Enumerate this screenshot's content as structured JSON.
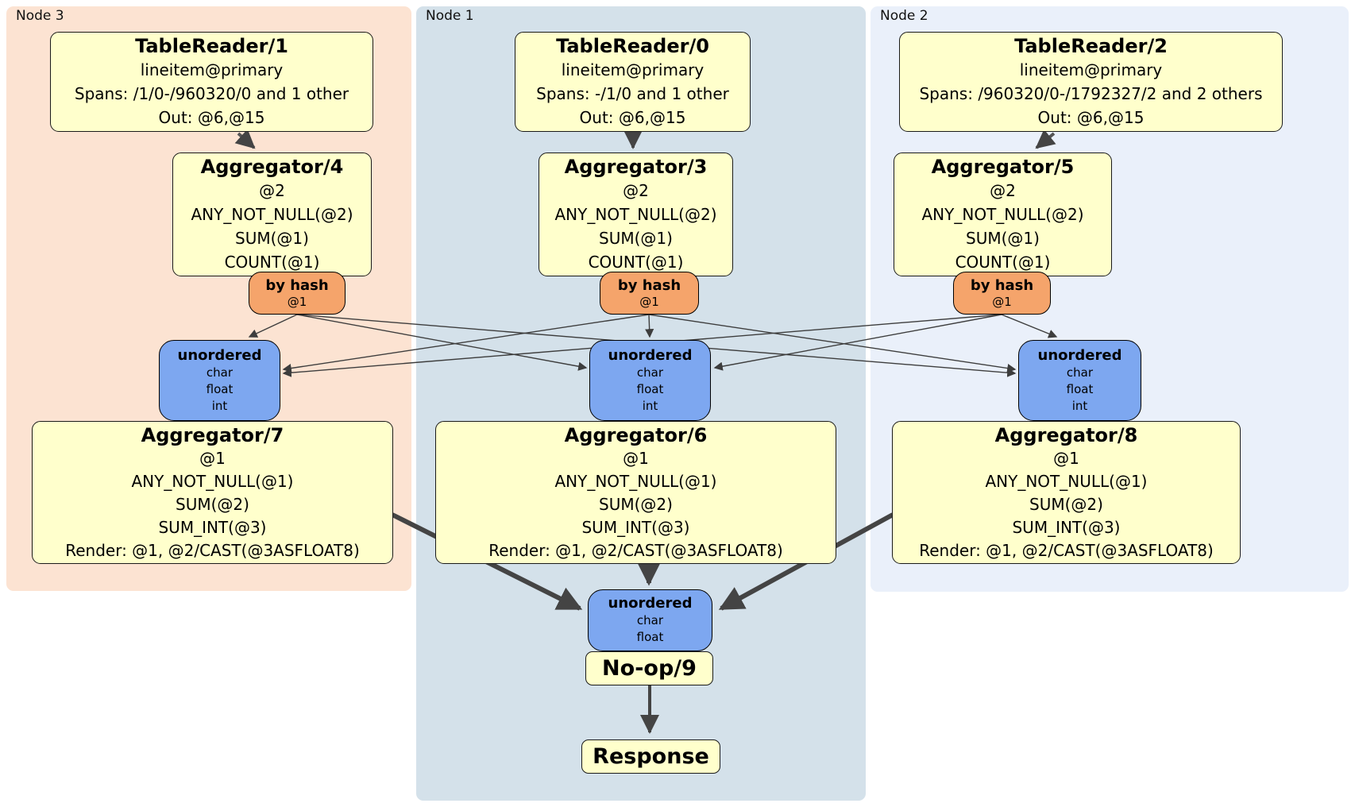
{
  "regions": [
    {
      "label": "Node 3"
    },
    {
      "label": "Node 1"
    },
    {
      "label": "Node 2"
    }
  ],
  "tablereaders": [
    {
      "title": "TableReader/1",
      "lines": [
        "lineitem@primary",
        "Spans: /1/0-/960320/0 and 1 other",
        "Out: @6,@15"
      ]
    },
    {
      "title": "TableReader/0",
      "lines": [
        "lineitem@primary",
        "Spans: -/1/0 and 1 other",
        "Out: @6,@15"
      ]
    },
    {
      "title": "TableReader/2",
      "lines": [
        "lineitem@primary",
        "Spans: /960320/0-/1792327/2 and 2 others",
        "Out: @6,@15"
      ]
    }
  ],
  "aggregators_top": [
    {
      "title": "Aggregator/4",
      "lines": [
        "@2",
        "ANY_NOT_NULL(@2)",
        "SUM(@1)",
        "COUNT(@1)"
      ]
    },
    {
      "title": "Aggregator/3",
      "lines": [
        "@2",
        "ANY_NOT_NULL(@2)",
        "SUM(@1)",
        "COUNT(@1)"
      ]
    },
    {
      "title": "Aggregator/5",
      "lines": [
        "@2",
        "ANY_NOT_NULL(@2)",
        "SUM(@1)",
        "COUNT(@1)"
      ]
    }
  ],
  "routers": [
    {
      "title": "by hash",
      "detail": "@1"
    },
    {
      "title": "by hash",
      "detail": "@1"
    },
    {
      "title": "by hash",
      "detail": "@1"
    }
  ],
  "syncs_mid": [
    {
      "title": "unordered",
      "lines": [
        "char",
        "float",
        "int"
      ]
    },
    {
      "title": "unordered",
      "lines": [
        "char",
        "float",
        "int"
      ]
    },
    {
      "title": "unordered",
      "lines": [
        "char",
        "float",
        "int"
      ]
    }
  ],
  "aggregators_bottom": [
    {
      "title": "Aggregator/7",
      "lines": [
        "@1",
        "ANY_NOT_NULL(@1)",
        "SUM(@2)",
        "SUM_INT(@3)",
        "Render: @1, @2/CAST(@3ASFLOAT8)"
      ]
    },
    {
      "title": "Aggregator/6",
      "lines": [
        "@1",
        "ANY_NOT_NULL(@1)",
        "SUM(@2)",
        "SUM_INT(@3)",
        "Render: @1, @2/CAST(@3ASFLOAT8)"
      ]
    },
    {
      "title": "Aggregator/8",
      "lines": [
        "@1",
        "ANY_NOT_NULL(@1)",
        "SUM(@2)",
        "SUM_INT(@3)",
        "Render: @1, @2/CAST(@3ASFLOAT8)"
      ]
    }
  ],
  "final": {
    "sync": {
      "title": "unordered",
      "lines": [
        "char",
        "float"
      ]
    },
    "noop": {
      "title": "No-op/9"
    },
    "response": {
      "title": "Response"
    }
  },
  "colors": {
    "node3_bg": "#fce3d2",
    "node1_bg": "#d4e1ea",
    "node2_bg": "#eaf0fa",
    "processor_bg": "#ffffcc",
    "router_bg": "#f5a46b",
    "sync_bg": "#7da7f0",
    "edge": "#444444"
  }
}
